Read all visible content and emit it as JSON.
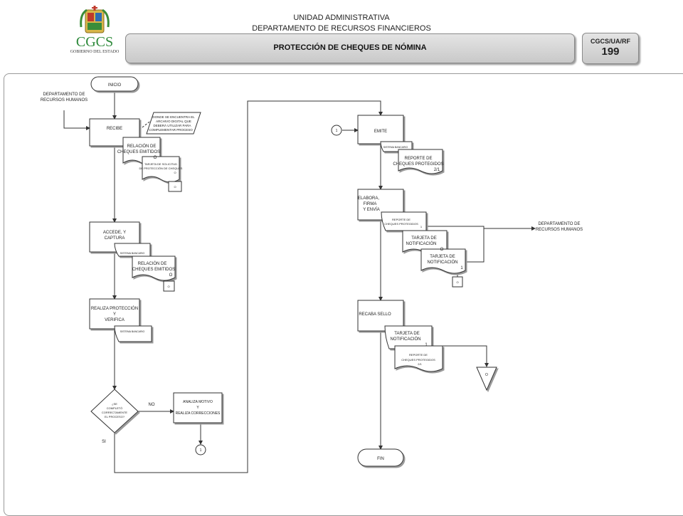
{
  "header": {
    "line1": "UNIDAD ADMINISTRATIVA",
    "line2": "DEPARTAMENTO DE RECURSOS FINANCIEROS",
    "title": "PROTECCIÓN DE CHEQUES DE NÓMINA",
    "code": "CGCS/UA/RF",
    "page": "199",
    "logo_text": "CGCS",
    "logo_sub": "GOBIERNO DEL ESTADO"
  },
  "diagram": {
    "inicio": "INICIO",
    "dept_rh_top": [
      "DEPARTAMENTO DE",
      "RECURSOS HUMANOS"
    ],
    "recibe": "RECIBE",
    "nota_recibe": [
      "DONDE SE ENCUENTRA EL",
      "ARCHIVO DIGITAL QUE",
      "DEBERÁ UTILIZAR PARA",
      "COMPLEMENTAR PROCESO"
    ],
    "rel_cheques_1": [
      "RELACIÓN DE",
      "CHEQUES EMITIDOS",
      "O"
    ],
    "tarjeta_solicitud": [
      "TARJETA DE SOLICITUD",
      "DE PROTECCIÓN DE CHEQUES",
      "O"
    ],
    "archive_mark": "O",
    "accede": [
      "ACCEDE, Y",
      "CAPTURA"
    ],
    "sistema": "SISTEMA BANCARIO",
    "rel_cheques_2": [
      "RELACIÓN DE",
      "CHEQUES EMITIDOS",
      "O"
    ],
    "realiza": [
      "REALIZA PROTECCIÓN",
      "Y",
      "VERIFICA"
    ],
    "decision": [
      "¿SE",
      "COMPLETÓ",
      "CORRECTAMENTE",
      "EL PROCESO?"
    ],
    "no_label": "NO",
    "si_label": "SI",
    "analiza": [
      "ANALIZA MOTIVO",
      "Y",
      "REALIZA CORRECCIONES"
    ],
    "connector": "1",
    "emite": "EMITE",
    "reporte_1": [
      "REPORTE DE",
      "CHEQUES PROTEGIDOS",
      "2/1"
    ],
    "elabora": [
      "ELABORA,",
      "FIRMA",
      "Y ENVÍA"
    ],
    "reporte_2": [
      "REPORTE DE",
      "CHEQUES PROTEGIDOS",
      "1"
    ],
    "tarjeta_not_1": [
      "TARJETA DE",
      "NOTIFICACIÓN",
      "O"
    ],
    "tarjeta_not_2": [
      "TARJETA DE",
      "NOTIFICACIÓN",
      "1"
    ],
    "dept_rh_right": [
      "DEPARTAMENTO DE",
      "RECURSOS HUMANOS"
    ],
    "recaba": "RECABA SELLO",
    "tarjeta_not_3": [
      "TARJETA DE",
      "NOTIFICACIÓN",
      "1"
    ],
    "reporte_3": [
      "REPORTE DE",
      "CHEQUES PROTEGIDOS",
      "2/1"
    ],
    "fin": "FIN"
  },
  "colors": {
    "line": "#333333",
    "shadow": "#9a9a9a",
    "logo_green": "#2e8a3b"
  }
}
